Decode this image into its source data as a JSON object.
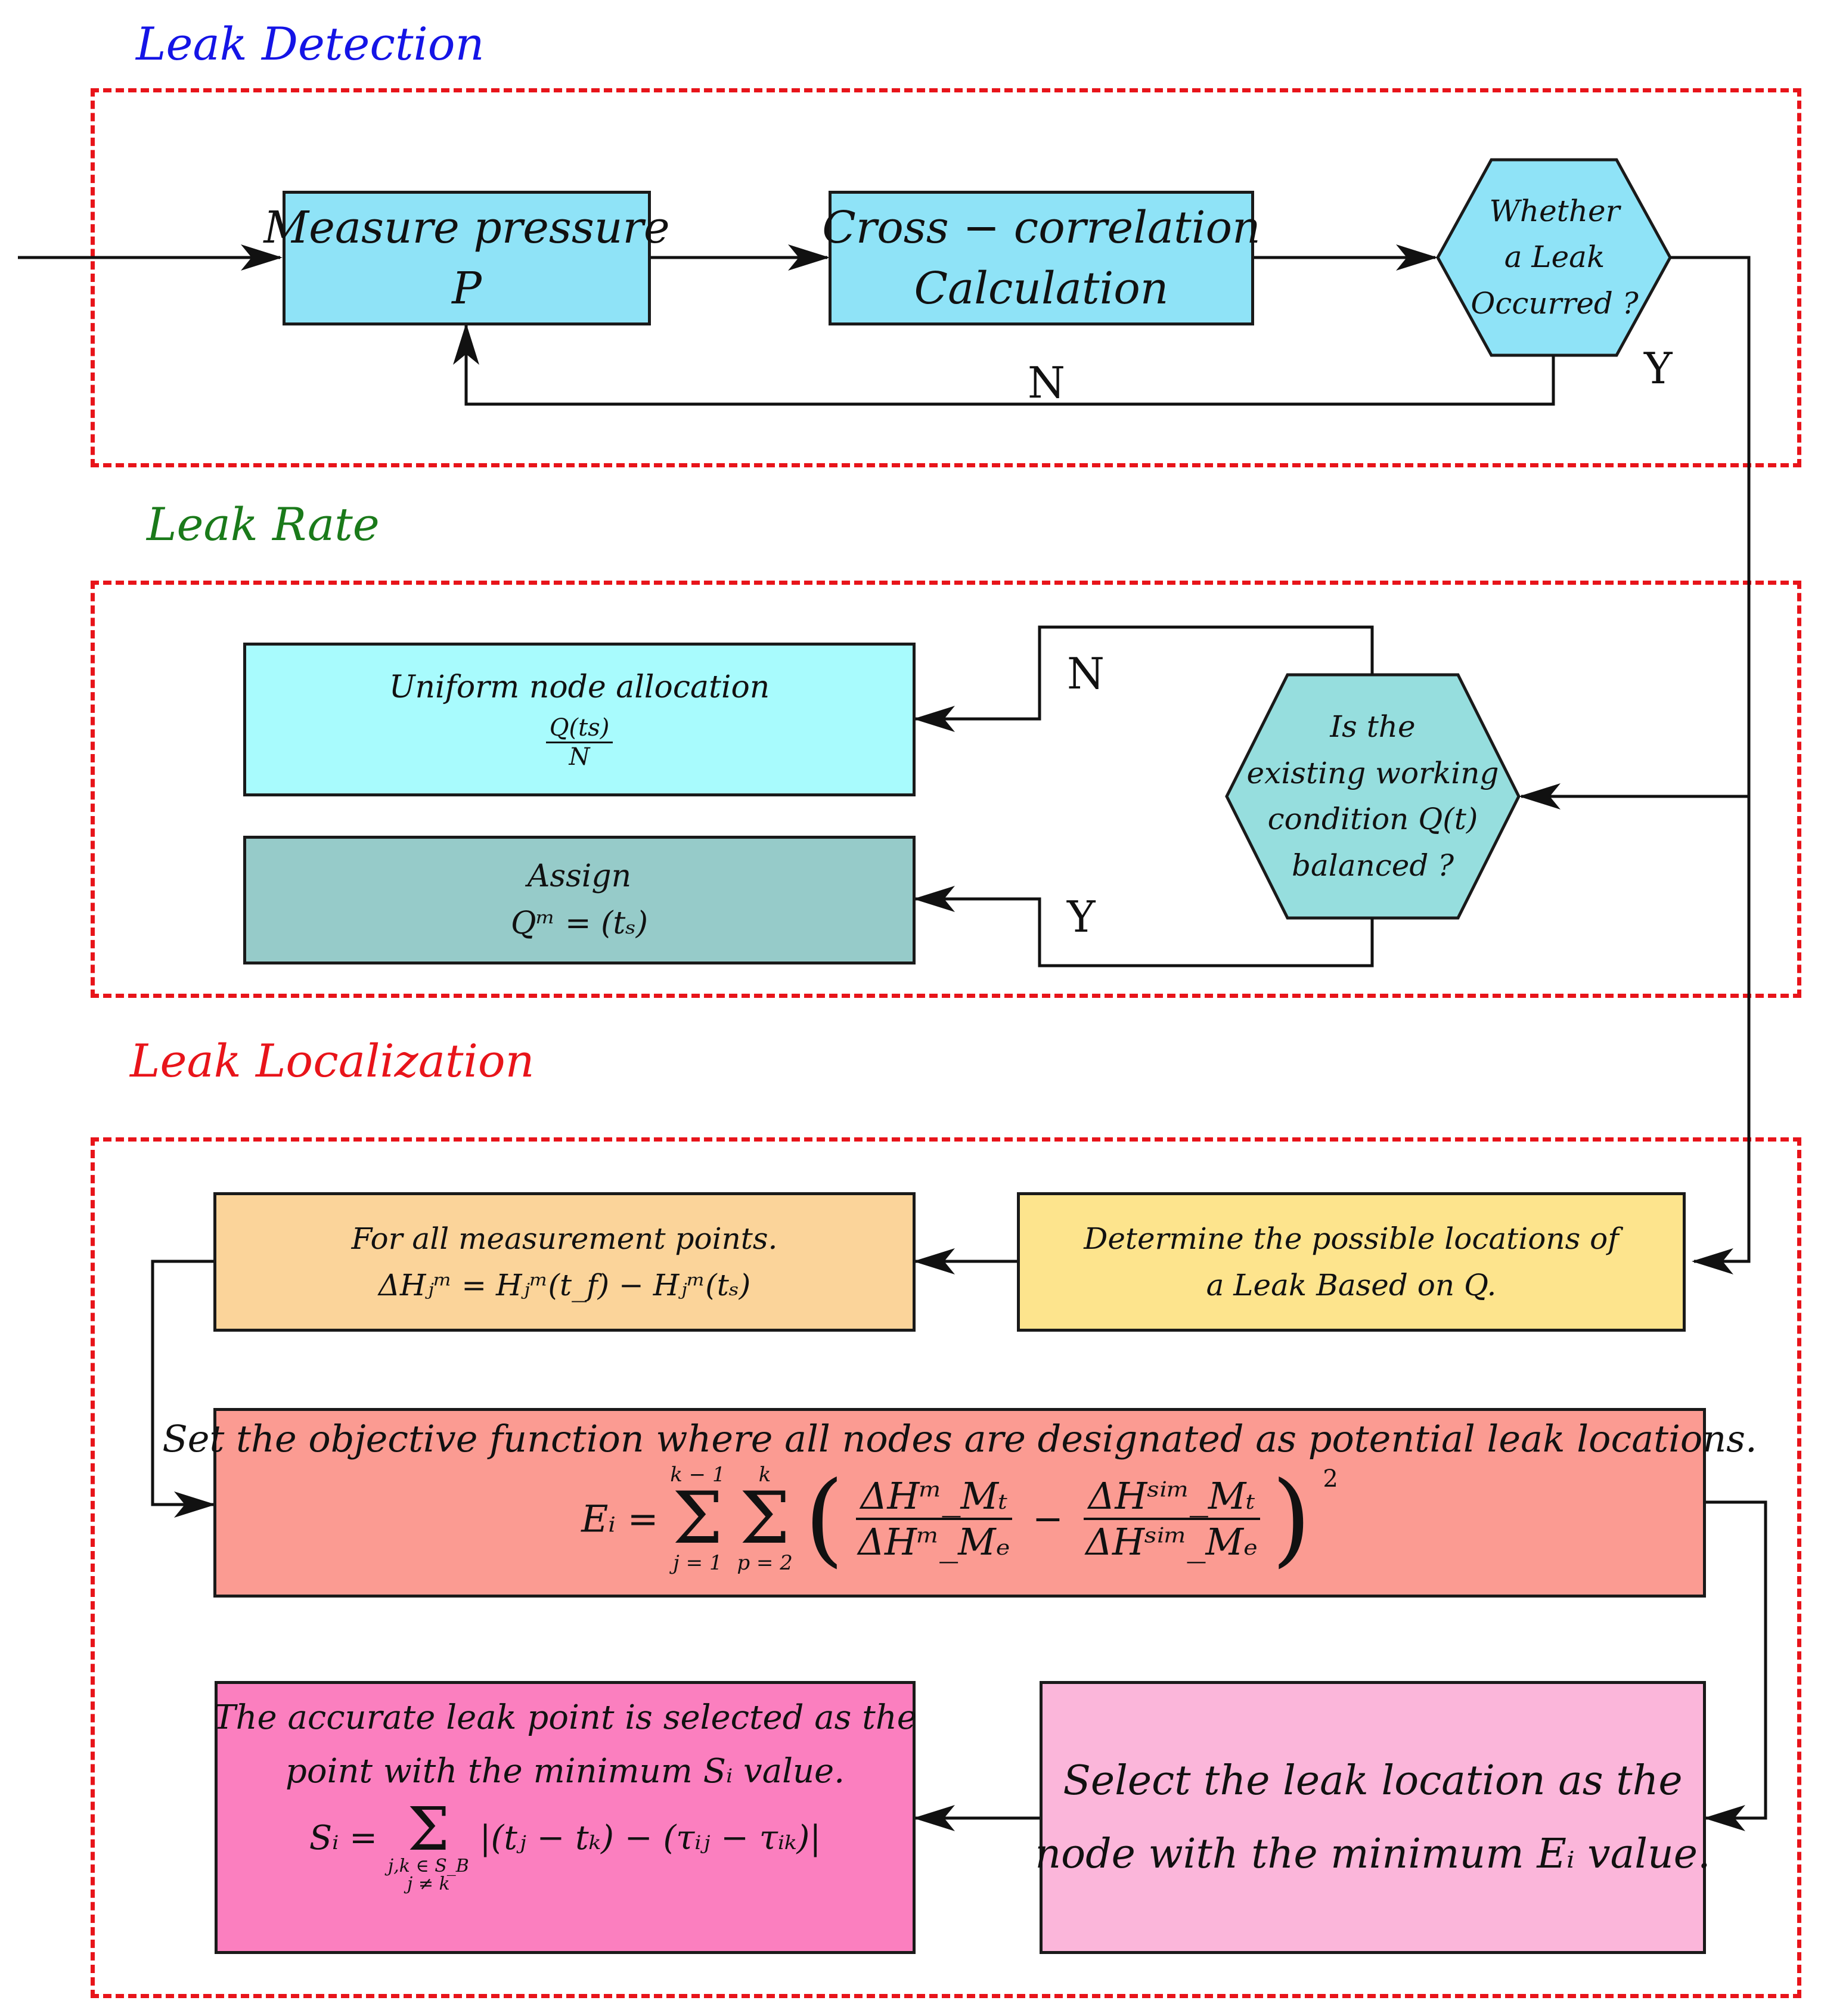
{
  "sections": {
    "detection": {
      "title": "Leak Detection",
      "color": "#1414e6"
    },
    "rate": {
      "title": "Leak Rate",
      "color": "#1a7a1a"
    },
    "localization": {
      "title": "Leak Localization",
      "color": "#e8141a"
    }
  },
  "nodes": {
    "measure": {
      "line1": "Measure pressure",
      "line2": "P",
      "color": "#8fe3f7"
    },
    "crosscorr": {
      "line1": "Cross − correlation",
      "line2": "Calculation",
      "color": "#8fe3f7"
    },
    "leak_decision": {
      "line1": "Whether",
      "line2": "a Leak",
      "line3": "Occurred ?",
      "color": "#8fe3f7"
    },
    "uniform": {
      "line1": "Uniform node allocation",
      "frac_num": "Q(ts)",
      "frac_den": "N",
      "color": "#a8fbfd"
    },
    "assign": {
      "line1": "Assign",
      "line2": "Qᵐ = (tₛ)",
      "color": "#96cbc9"
    },
    "balanced_decision": {
      "line1": "Is the",
      "line2": "existing working",
      "line3": "condition Q(t)",
      "line4": "balanced ?",
      "color": "#96dede"
    },
    "measurement_points": {
      "line1": "For all measurement points.",
      "line2": "ΔHⱼᵐ = Hⱼᵐ(t_f) − Hⱼᵐ(tₛ)",
      "color": "#fbd49a"
    },
    "possible_locations": {
      "line1": "Determine the possible locations of",
      "line2": "a Leak Based on Q.",
      "color": "#fde48d"
    },
    "objective": {
      "line1": "Set the objective function where all nodes are designated as potential leak locations.",
      "lhs": "Eᵢ =",
      "sum1_top": "k − 1",
      "sum1_bot": "j = 1",
      "sum2_top": "k",
      "sum2_bot": "p = 2",
      "f1_num": "ΔHᵐ_Mₜ",
      "f1_den": "ΔHᵐ_Mₑ",
      "minus": "−",
      "f2_num": "ΔHˢⁱᵐ_Mₜ",
      "f2_den": "ΔHˢⁱᵐ_Mₑ",
      "exp": "2",
      "color": "#fb9b92"
    },
    "accurate_point": {
      "line1": "The accurate leak point is selected as the",
      "line2": "point with the minimum Sᵢ value.",
      "lhs": "Sᵢ =",
      "sum_bot1": "j,k ∈ S_B",
      "sum_bot2": "j ≠ k",
      "rhs": "|(tⱼ − tₖ) − (τᵢⱼ − τᵢₖ)|",
      "color": "#fb7fbf"
    },
    "select_location": {
      "line1": "Select the leak location as the",
      "line2": "node with the minimum Eᵢ value.",
      "color": "#fbb6da"
    }
  },
  "edge_labels": {
    "detect_no": "N",
    "detect_yes": "Y",
    "balanced_no": "N",
    "balanced_yes": "Y"
  },
  "icons": {
    "arrowhead": "arrow-head-icon"
  }
}
